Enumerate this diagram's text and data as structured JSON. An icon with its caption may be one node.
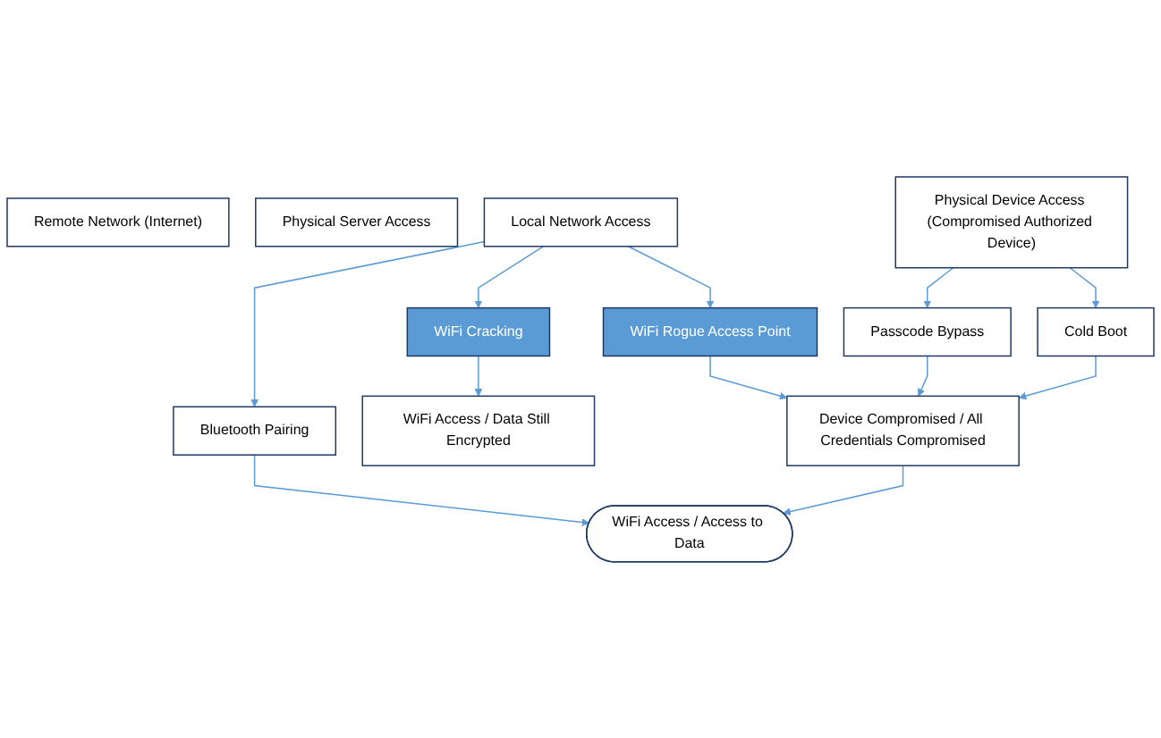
{
  "diagram": {
    "nodes": [
      {
        "text": [
          "Remote Network (Internet)"
        ]
      },
      {
        "text": [
          "Physical Server Access"
        ]
      },
      {
        "text": [
          "Local Network Access"
        ]
      },
      {
        "text": [
          "Physical Device Access (Compromised Authorized Device)"
        ]
      },
      {
        "text": [
          "Bluetooth Pairing"
        ]
      },
      {
        "text": [
          "WiFi Cracking"
        ]
      },
      {
        "text": [
          "WiFi Rogue Access Point"
        ]
      },
      {
        "text": [
          "Passcode Bypass"
        ]
      },
      {
        "text": [
          "Cold Boot"
        ]
      },
      {
        "text": [
          "WiFi Access / Data Still Encrypted"
        ]
      },
      {
        "text": [
          "Device Compromised / All Credentials Compromised"
        ]
      },
      {
        "text": [
          "WiFi Access / Access to Data"
        ]
      }
    ],
    "edges": [
      {
        "from": 2,
        "to": 4,
        "arrow": "to"
      },
      {
        "from": 2,
        "to": 5,
        "arrow": "to"
      },
      {
        "from": 2,
        "to": 6,
        "arrow": "to"
      },
      {
        "from": 3,
        "to": 7,
        "arrow": "to"
      },
      {
        "from": 3,
        "to": 8,
        "arrow": "to"
      },
      {
        "from": 5,
        "to": 9,
        "arrow": "to"
      },
      {
        "from": 6,
        "to": 10,
        "arrow": "to"
      },
      {
        "from": 7,
        "to": 10,
        "arrow": "to"
      },
      {
        "from": 8,
        "to": 10,
        "arrow": "to"
      },
      {
        "from": 4,
        "to": 11,
        "arrow": "to"
      },
      {
        "from": 10,
        "to": 11,
        "arrow": "to"
      }
    ]
  }
}
